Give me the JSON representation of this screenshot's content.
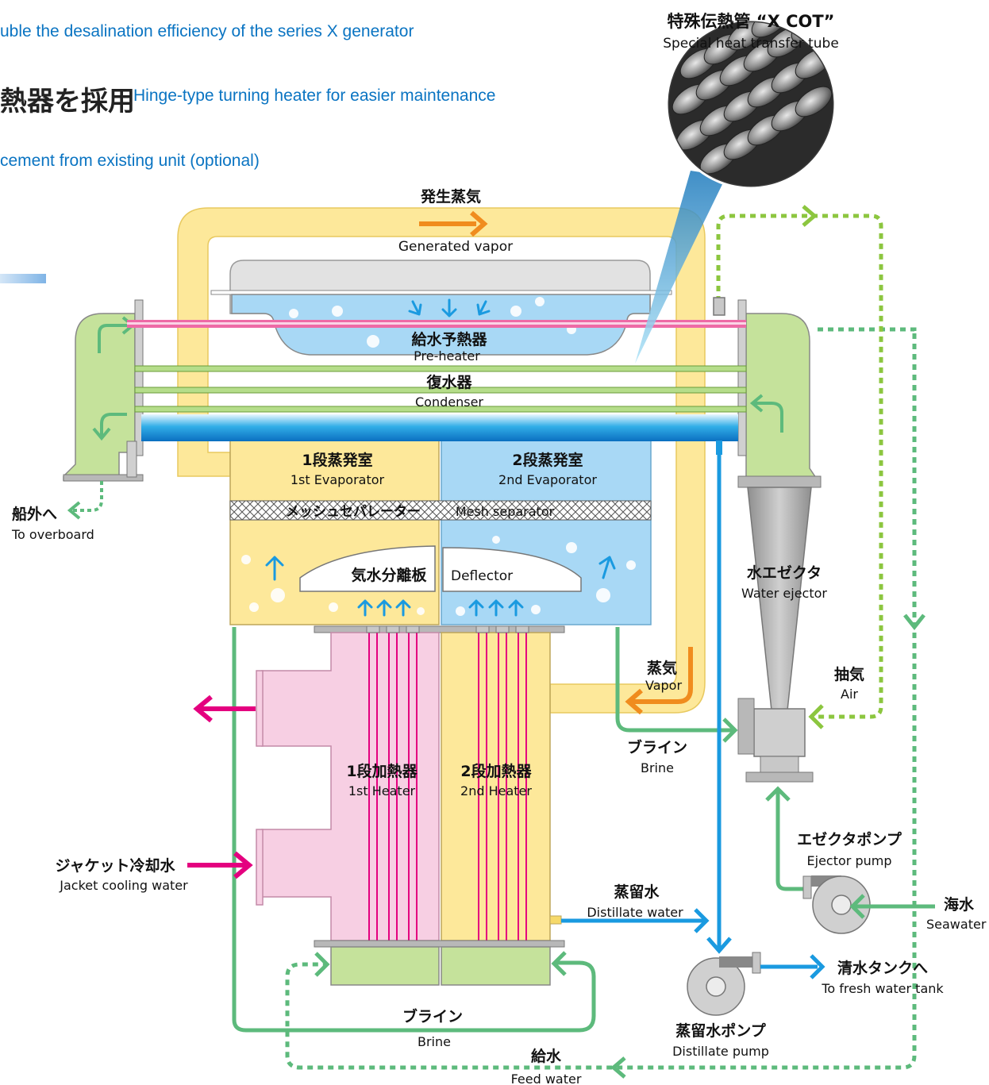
{
  "header": {
    "line1": "uble the desalination efficiency of the series X generator",
    "line2_jp": "熱器を採用",
    "line2_en": "Hinge-type turning heater for easier maintenance",
    "line3": "cement from existing unit (optional)"
  },
  "callout": {
    "title_jp": "特殊伝熱管 “X COT”",
    "title_en": "Special heat transfer tube"
  },
  "labels": {
    "generated_vapor_jp": "発生蒸気",
    "generated_vapor_en": "Generated vapor",
    "preheater_jp": "給水予熱器",
    "preheater_en": "Pre-heater",
    "condenser_jp": "復水器",
    "condenser_en": "Condenser",
    "evap1_jp": "1段蒸発室",
    "evap1_en": "1st Evaporator",
    "evap2_jp": "2段蒸発室",
    "evap2_en": "2nd Evaporator",
    "mesh_jp": "メッシュセパレーター",
    "mesh_en": "Mesh separator",
    "deflector_jp": "気水分離板",
    "deflector_en": "Deflector",
    "overboard_jp": "船外へ",
    "overboard_en": "To overboard",
    "heater1_jp": "1段加熱器",
    "heater1_en": "1st Heater",
    "heater2_jp": "2段加熱器",
    "heater2_en": "2nd Heater",
    "jacket_jp": "ジャケット冷却水",
    "jacket_en": "Jacket cooling water",
    "vapor_jp": "蒸気",
    "vapor_en": "Vapor",
    "brine_jp": "ブライン",
    "brine_en": "Brine",
    "brine_bottom_jp": "ブライン",
    "brine_bottom_en": "Brine",
    "ejector_jp": "水エゼクタ",
    "ejector_en": "Water ejector",
    "air_jp": "抽気",
    "air_en": "Air",
    "ejector_pump_jp": "エゼクタポンプ",
    "ejector_pump_en": "Ejector pump",
    "distillate_jp": "蒸留水",
    "distillate_en": "Distillate water",
    "seawater_jp": "海水",
    "seawater_en": "Seawater",
    "fresh_tank_jp": "清水タンクへ",
    "fresh_tank_en": "To fresh water tank",
    "distillate_pump_jp": "蒸留水ポンプ",
    "distillate_pump_en": "Distillate pump",
    "feed_jp": "給水",
    "feed_en": "Feed water"
  },
  "colors": {
    "header_blue": "#0a74c2",
    "vapor_yellow": "#fde89a",
    "evap_blue": "#a8d8f5",
    "heater_pink": "#f7cfe3",
    "hood_green": "#c5e29b",
    "brine_green": "#5dba7c",
    "air_green": "#8cc63f",
    "seawater_blue": "#1a9ae0",
    "jacket_magenta": "#e4007f",
    "vapor_orange": "#f08c1e",
    "metal_gray": "#b8b8b8"
  }
}
